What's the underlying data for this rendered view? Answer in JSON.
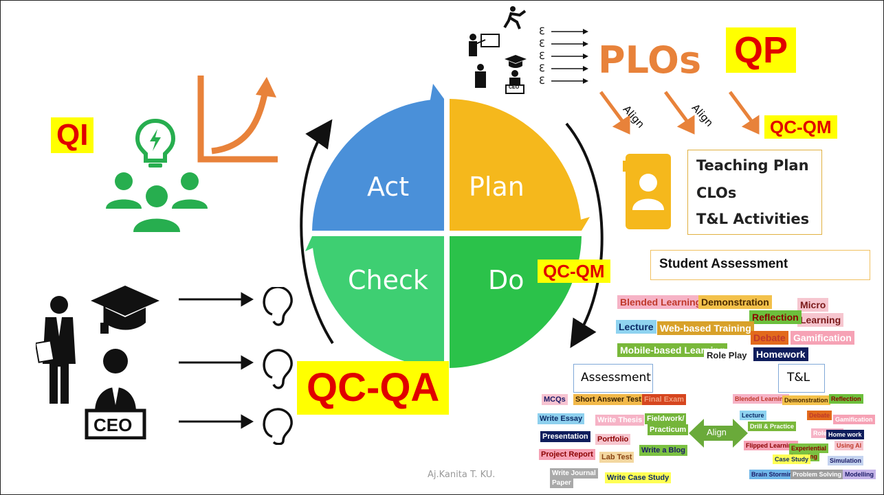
{
  "labels": {
    "qi": "QI",
    "qp": "QP",
    "plos": "PLOs",
    "align1": "Align",
    "align2": "Align",
    "qc_qm_top": "QC-QM",
    "qc_qm_mid": "QC-QM",
    "qc_qa": "QC-QA",
    "student_assessment": "Student Assessment",
    "assessment": "Assessment",
    "tl": "T&L",
    "align_center": "Align",
    "credit": "Aj.Kanita T. KU.",
    "ceo": "CEO",
    "ceo_small": "CEO"
  },
  "cycle": {
    "act": "Act",
    "plan": "Plan",
    "check": "Check",
    "do": "Do"
  },
  "teaching_box": [
    "Teaching Plan",
    "CLOs",
    "T&L Activities"
  ],
  "activities": [
    {
      "text": "Blended Learning",
      "bg": "#f6b3c6",
      "color": "#c0392b"
    },
    {
      "text": "Demonstration",
      "bg": "#f3c14b",
      "color": "#4a2a00"
    },
    {
      "text": "Micro",
      "bg": "#f6c6cf",
      "color": "#7a1a1a"
    },
    {
      "text": "Learning",
      "bg": "#f6c6cf",
      "color": "#7a1a1a"
    },
    {
      "text": "Reflection",
      "bg": "#6cbf3c",
      "color": "#8b0000"
    },
    {
      "text": "Lecture",
      "bg": "#8fd3f0",
      "color": "#0b2a66"
    },
    {
      "text": "Web-based Training",
      "bg": "#d8a12a",
      "color": "#ffffff"
    },
    {
      "text": "Debate",
      "bg": "#e26a1c",
      "color": "#c0392b"
    },
    {
      "text": "Gamification",
      "bg": "#f6a2b5",
      "color": "#ffffff"
    },
    {
      "text": "Mobile-based Learning",
      "bg": "#79b83a",
      "color": "#ffffff"
    },
    {
      "text": "Role Play",
      "bg": "#ffffff",
      "color": "#222222"
    },
    {
      "text": "Homework",
      "bg": "#0e1d5c",
      "color": "#ffffff"
    }
  ],
  "assessment_items": [
    {
      "text": "MCQs",
      "bg": "#f7c3d1",
      "color": "#1a1a66"
    },
    {
      "text": "Short Answer Test",
      "bg": "#f2b94a",
      "color": "#3a2200"
    },
    {
      "text": "Final Exam",
      "bg": "#d6461f",
      "color": "#f0a080"
    },
    {
      "text": "Write Essay",
      "bg": "#8ed0ee",
      "color": "#0b2a66"
    },
    {
      "text": "Write Thesis",
      "bg": "#f6b3c6",
      "color": "#ffffff"
    },
    {
      "text": "Fieldwork/",
      "bg": "#74b53a",
      "color": "#ffffff"
    },
    {
      "text": "Practicum",
      "bg": "#74b53a",
      "color": "#ffffff"
    },
    {
      "text": "Presentation",
      "bg": "#0e1d5c",
      "color": "#ffffff"
    },
    {
      "text": "Portfolio",
      "bg": "#f6c6cf",
      "color": "#8b0000"
    },
    {
      "text": "Project Report",
      "bg": "#f6a2b5",
      "color": "#8b0000"
    },
    {
      "text": "Lab Test",
      "bg": "#f3d7a0",
      "color": "#8b4513"
    },
    {
      "text": "Write a Blog",
      "bg": "#7bc142",
      "color": "#1a1a66"
    },
    {
      "text": "Write Journal",
      "bg": "#a9a9a9",
      "color": "#ffffff"
    },
    {
      "text": "Paper",
      "bg": "#a9a9a9",
      "color": "#ffffff"
    },
    {
      "text": "Write Case Study",
      "bg": "#ffff55",
      "color": "#0b2a66"
    }
  ],
  "tl_items": [
    {
      "text": "Blended Learning",
      "bg": "#f6b3c6",
      "color": "#c0392b"
    },
    {
      "text": "Demonstration",
      "bg": "#f3c14b",
      "color": "#4a2a00"
    },
    {
      "text": "Reflection",
      "bg": "#6cbf3c",
      "color": "#8b0000"
    },
    {
      "text": "Lecture",
      "bg": "#8fd3f0",
      "color": "#0b2a66"
    },
    {
      "text": "Debate",
      "bg": "#e26a1c",
      "color": "#c0392b"
    },
    {
      "text": "Drill & Practice",
      "bg": "#79b83a",
      "color": "#ffffff"
    },
    {
      "text": "Role Play",
      "bg": "#f6b3c6",
      "color": "#ffffff"
    },
    {
      "text": "Gamification",
      "bg": "#f6a2b5",
      "color": "#ffffff"
    },
    {
      "text": "Home work",
      "bg": "#0e1d5c",
      "color": "#ffffff"
    },
    {
      "text": "Flipped Learning",
      "bg": "#f6a2b5",
      "color": "#8b0000"
    },
    {
      "text": "Experiential",
      "bg": "#7bc142",
      "color": "#8b0000"
    },
    {
      "text": "Learning",
      "bg": "#7bc142",
      "color": "#8b0000"
    },
    {
      "text": "Using AI",
      "bg": "#f6c6cf",
      "color": "#c0392b"
    },
    {
      "text": "Case Study",
      "bg": "#ffff55",
      "color": "#0b2a66"
    },
    {
      "text": "Simulation",
      "bg": "#c4d3ef",
      "color": "#1a1a66"
    },
    {
      "text": "Brain Storming",
      "bg": "#6fb6e8",
      "color": "#1a1a66"
    },
    {
      "text": "Problem Solving",
      "bg": "#9e9e9e",
      "color": "#ffffff"
    },
    {
      "text": "Modelling",
      "bg": "#c4b3e8",
      "color": "#1a1a66"
    }
  ],
  "colors": {
    "act": "#4a90d9",
    "plan": "#f5b81c",
    "check": "#3ecf72",
    "do": "#2bc24a",
    "orange": "#e8823a",
    "green_icon": "#27ae4f",
    "highlight_bg": "#ffff00",
    "highlight_text": "#e00000"
  },
  "icons": [
    "lightbulb-icon",
    "people-group-icon",
    "growth-chart-icon",
    "teacher-icon",
    "runner-icon",
    "graduation-cap-icon",
    "ear-icon",
    "businessman-icon",
    "ceo-icon",
    "person-card-icon",
    "cycle-arrow-icon"
  ]
}
